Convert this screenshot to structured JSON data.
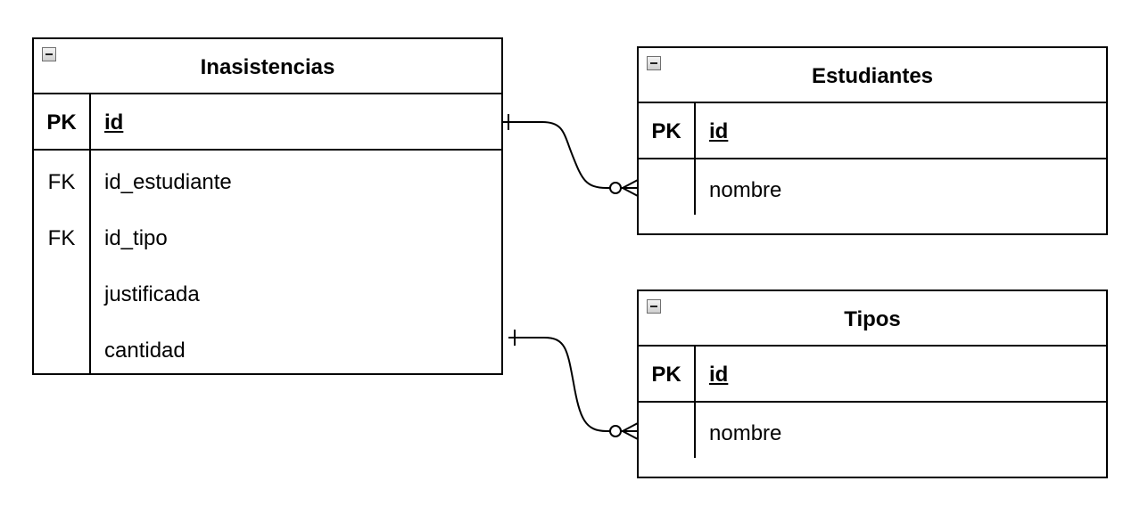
{
  "entities": {
    "inasistencias": {
      "title": "Inasistencias",
      "pk": {
        "key": "PK",
        "field": "id"
      },
      "fields": [
        {
          "key": "FK",
          "name": "id_estudiante"
        },
        {
          "key": "FK",
          "name": "id_tipo"
        },
        {
          "key": "",
          "name": "justificada"
        },
        {
          "key": "",
          "name": "cantidad"
        }
      ]
    },
    "estudiantes": {
      "title": "Estudiantes",
      "pk": {
        "key": "PK",
        "field": "id"
      },
      "fields": [
        {
          "key": "",
          "name": "nombre"
        }
      ]
    },
    "tipos": {
      "title": "Tipos",
      "pk": {
        "key": "PK",
        "field": "id"
      },
      "fields": [
        {
          "key": "",
          "name": "nombre"
        }
      ]
    }
  },
  "relationships": [
    {
      "from": "Inasistencias",
      "to": "Estudiantes",
      "from_cardinality": "one",
      "to_cardinality": "zero-or-many"
    },
    {
      "from": "Inasistencias",
      "to": "Tipos",
      "from_cardinality": "one",
      "to_cardinality": "zero-or-many"
    }
  ]
}
